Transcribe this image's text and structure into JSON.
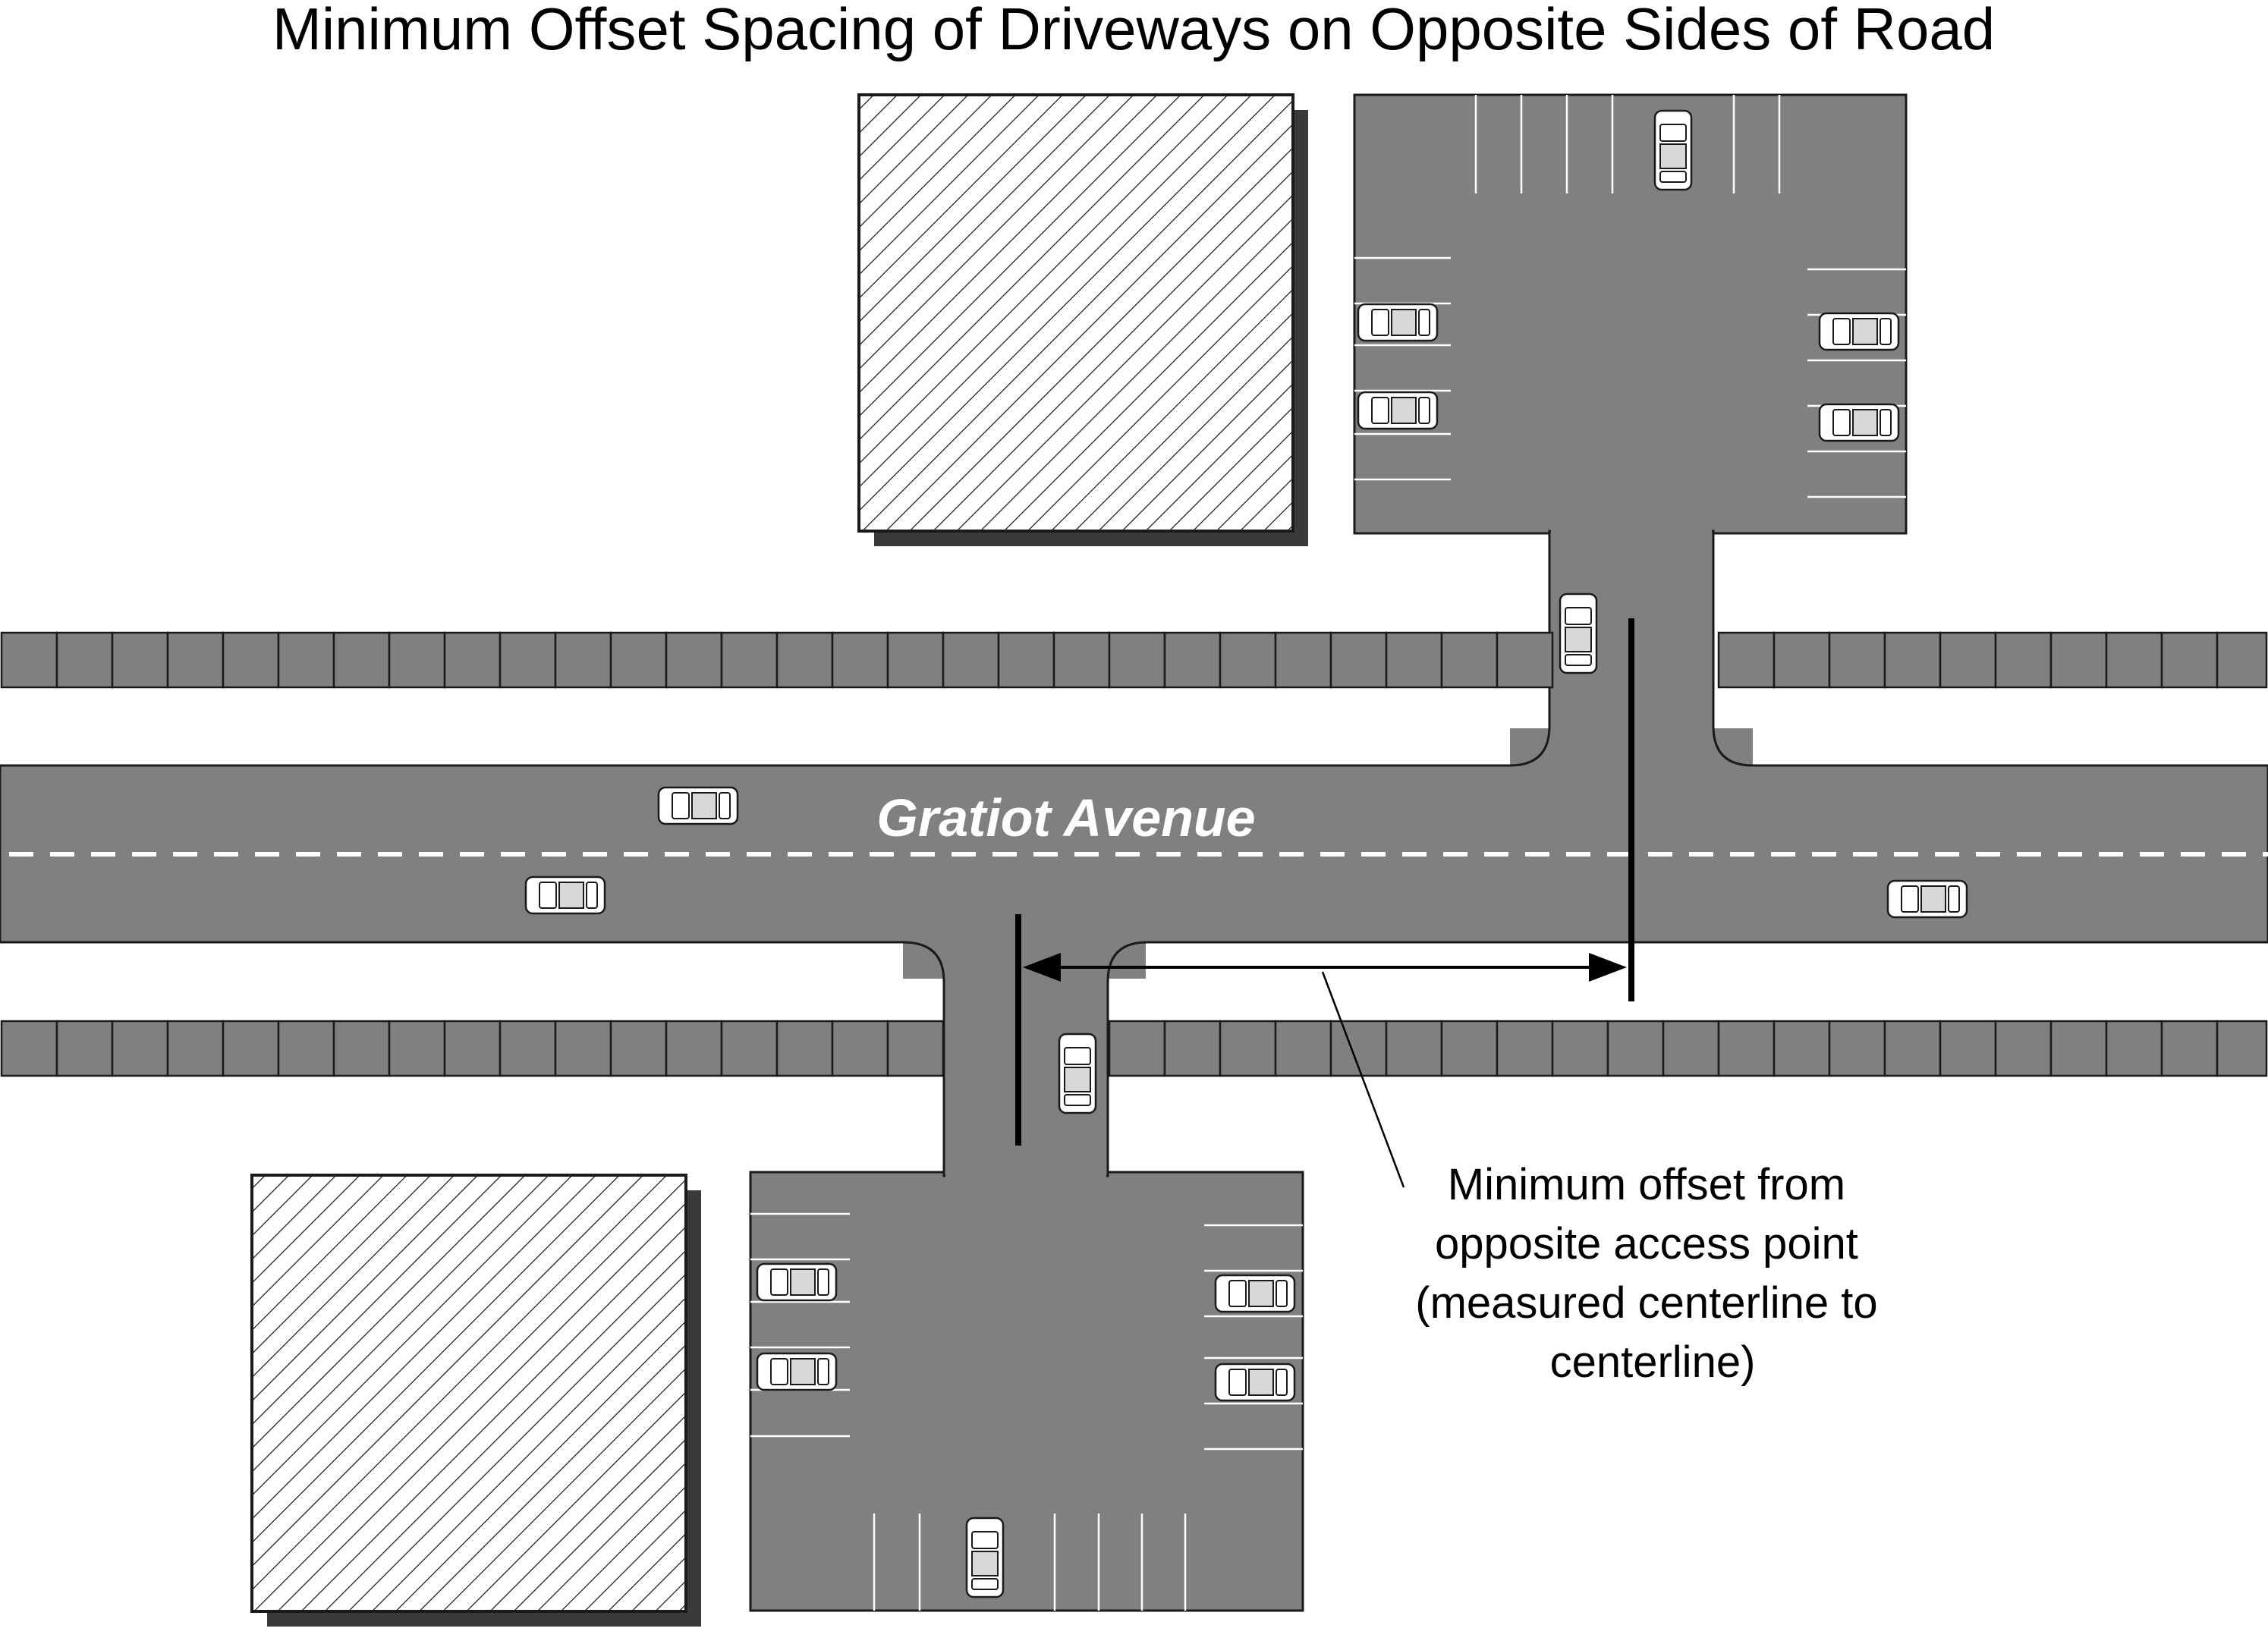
{
  "title": "Minimum Offset Spacing of Driveways on Opposite Sides of Road",
  "road": {
    "name": "Gratiot Avenue"
  },
  "annotation": {
    "lines": [
      "Minimum offset from",
      "opposite access point",
      "(measured centerline to",
      "centerline)"
    ]
  },
  "colors": {
    "pavement": "#808080",
    "outline": "#1a1a1a",
    "marking": "#ffffff",
    "building_shadow": "#3a3a3a",
    "car_body": "#ffffff"
  }
}
